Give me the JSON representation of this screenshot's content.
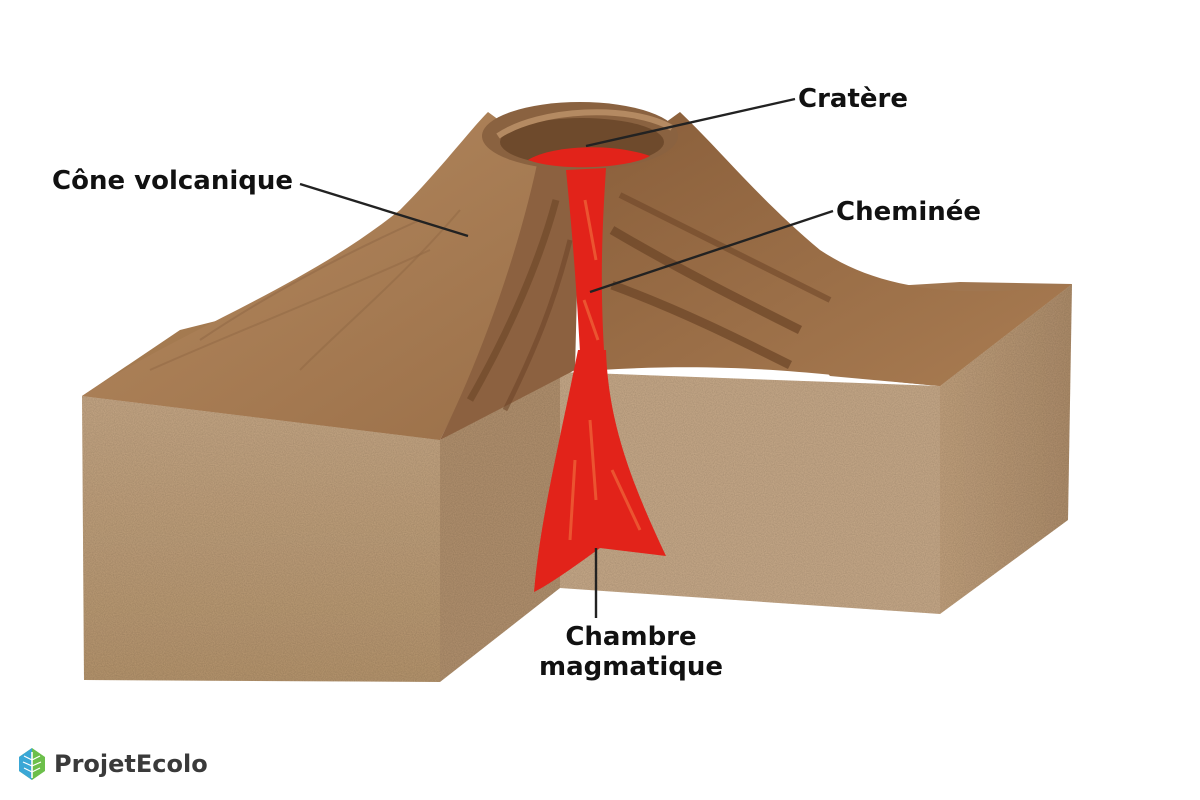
{
  "labels": {
    "cone": "Cône volcanique",
    "crater": "Cratère",
    "chimney": "Cheminée",
    "chamber_line1": "Chambre",
    "chamber_line2": "magmatique"
  },
  "logo": {
    "text": "ProjetEcolo",
    "icon": "leaf-icon"
  },
  "colors": {
    "soil": "#c4a483",
    "soil_dark": "#a98a6b",
    "cone": "#a87a52",
    "cone_dark": "#7d5635",
    "magma": "#e2231a",
    "logo_green": "#6cbf4b",
    "logo_blue": "#3aa7d6"
  }
}
